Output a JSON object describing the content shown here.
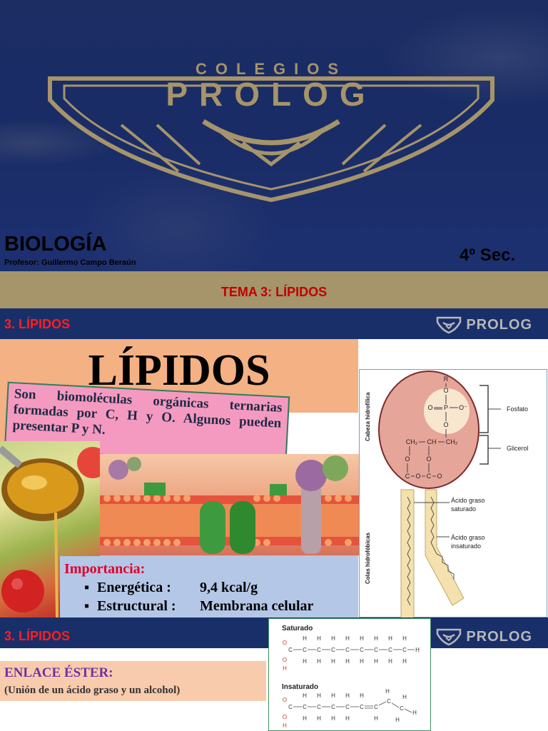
{
  "cover": {
    "logo_top": "COLEGIOS",
    "logo_main": "PROLOG",
    "subject": "BIOLOGÍA",
    "teacher": "Profesor: Guillermo Campo Beraún",
    "grade": "4º Sec.",
    "topic": "TEMA 3: LÍPIDOS"
  },
  "slide2": {
    "header": "3. LÍPIDOS",
    "brand": "PROLOG",
    "title": "LÍPIDOS",
    "definition": "Son biomoléculas orgánicas ternarias formadas por C, H y O. Algunos pueden presentar P y N.",
    "importance": {
      "title": "Importancia:",
      "items": [
        {
          "bullet": "▪",
          "label": "Energética :",
          "value": "9,4 kcal/g"
        },
        {
          "bullet": "▪",
          "label": "Estructural :",
          "value": "Membrana celular"
        }
      ]
    },
    "diagram": {
      "head_label": "Cabeza hidrofílica",
      "tails_label": "Colas hidrofóbicas",
      "phosphate": "Fosfato",
      "glycerol": "Glicerol",
      "saturated": [
        "Ácido graso",
        "saturado"
      ],
      "unsaturated": [
        "Ácido graso",
        "insaturado"
      ],
      "atoms": {
        "r": "R",
        "o": "O",
        "p": "P",
        "o_minus": "O⁻",
        "ch2": "CH₂",
        "ch": "CH",
        "c": "C"
      }
    }
  },
  "slide3": {
    "header": "3. LÍPIDOS",
    "brand": "PROLOG",
    "ester_title": "ENLACE ÉSTER:",
    "ester_sub": "(Unión de un ácido graso y un alcohol)",
    "saturated_label": "Saturado",
    "unsaturated_label": "Insaturado"
  },
  "colors": {
    "navy": "#182f6a",
    "gold": "#a6946a",
    "red": "#c00000",
    "salmon": "#f4b183",
    "pink": "#f49ac1",
    "light_blue": "#b4c7e7"
  }
}
